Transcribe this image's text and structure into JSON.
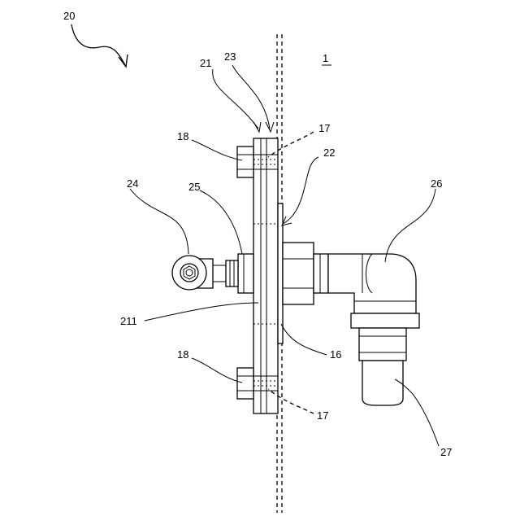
{
  "labels": {
    "assembly": "20",
    "wall": "1",
    "bracket_plate": "21",
    "gasket": "23",
    "dash_hole_top": "17",
    "dash_hole_bottom": "17",
    "bolt_top": "18",
    "bolt_bottom": "18",
    "seal": "22",
    "eye_fitting": "24",
    "nipple": "25",
    "elbow": "26",
    "plate_face": "211",
    "opening": "16",
    "hose_end": "27"
  }
}
